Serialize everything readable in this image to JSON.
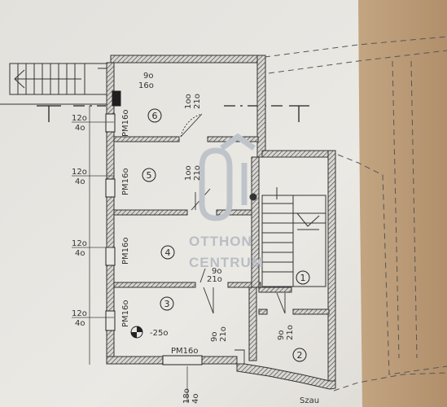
{
  "watermark": {
    "line1": "OTTHON",
    "line2": "CENTRUM"
  },
  "rooms": [
    {
      "number": "1"
    },
    {
      "number": "2"
    },
    {
      "number": "3"
    },
    {
      "number": "4"
    },
    {
      "number": "5"
    },
    {
      "number": "6"
    }
  ],
  "annotations": {
    "left_height_top": "12o",
    "left_height_bottom": "4o",
    "door_top_upper": "9o",
    "door_top_lower": "16o",
    "door_room6_upper": "1oo",
    "door_room6_lower": "21o",
    "door_room5_upper": "1oo",
    "door_room5_lower": "21o",
    "door_room4_upper": "9o",
    "door_room4_lower": "21o",
    "door_room3_upper": "9o",
    "door_room3_lower": "21o",
    "door_room1_upper": "9o",
    "door_room1_lower": "21o",
    "pm_label": "PM16o",
    "level": "-25o",
    "bottom_upper": "18o",
    "bottom_lower": "4o",
    "street_label": "Szau"
  },
  "colors": {
    "paper": "#e9e7e2",
    "paper_right": "#b99b7a",
    "line": "#2e2e2e",
    "wall_hatch": "#555555"
  }
}
